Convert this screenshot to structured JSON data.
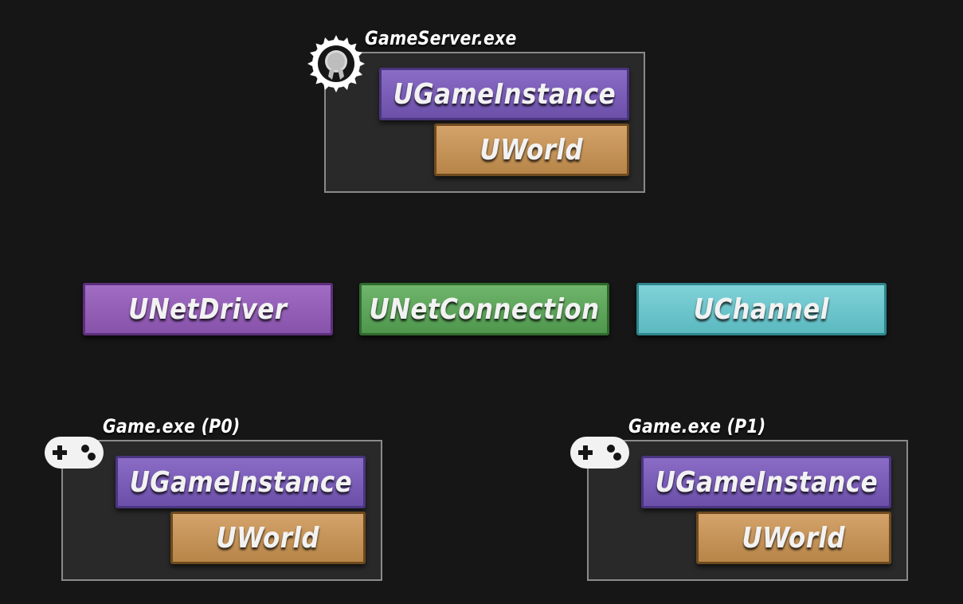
{
  "server": {
    "title": "GameServer.exe",
    "instance_label": "UGameInstance",
    "world_label": "UWorld",
    "icon": "award-badge-icon"
  },
  "networking": {
    "driver_label": "UNetDriver",
    "connection_label": "UNetConnection",
    "channel_label": "UChannel"
  },
  "client_p0": {
    "title": "Game.exe (P0)",
    "instance_label": "UGameInstance",
    "world_label": "UWorld",
    "icon": "gamepad-icon"
  },
  "client_p1": {
    "title": "Game.exe (P1)",
    "instance_label": "UGameInstance",
    "world_label": "UWorld",
    "icon": "gamepad-icon"
  },
  "colors": {
    "background": "#161616",
    "frame_border": "#8a8a8a",
    "instance": "#7a5eb8",
    "world": "#c69458",
    "driver": "#9460b8",
    "connection": "#5ea65c",
    "channel": "#6cc6cc"
  }
}
